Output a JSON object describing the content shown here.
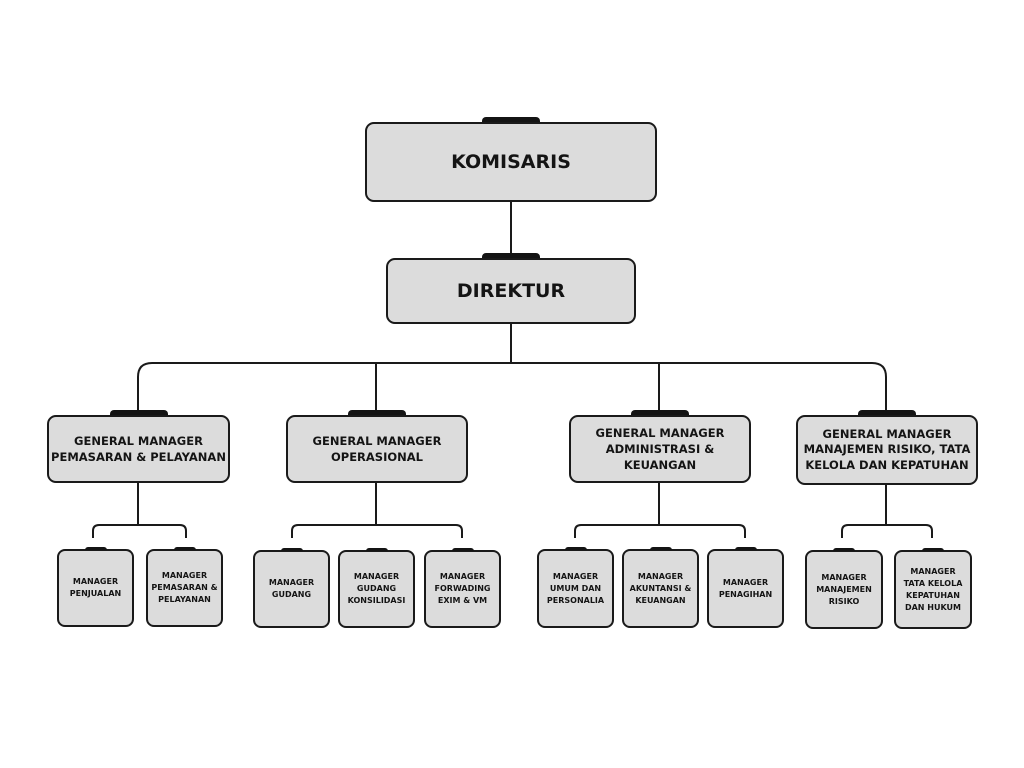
{
  "komisaris": "KOMISARIS",
  "direktur": "DIREKTUR",
  "general_managers": [
    {
      "title": "GENERAL MANAGER\nPEMASARAN & PELAYANAN",
      "managers": [
        "MANAGER\nPENJUALAN",
        "MANAGER\nPEMASARAN &\nPELAYANAN"
      ]
    },
    {
      "title": "GENERAL MANAGER\nOPERASIONAL",
      "managers": [
        "MANAGER\nGUDANG",
        "MANAGER\nGUDANG\nKONSILIDASI",
        "MANAGER\nFORWADING\nEXIM & VM"
      ]
    },
    {
      "title": "GENERAL MANAGER\nADMINISTRASI & KEUANGAN",
      "managers": [
        "MANAGER\nUMUM DAN\nPERSONALIA",
        "MANAGER\nAKUNTANSI &\nKEUANGAN",
        "MANAGER\nPENAGIHAN"
      ]
    },
    {
      "title": "GENERAL MANAGER\nMANAJEMEN RISIKO, TATA\nKELOLA DAN KEPATUHAN",
      "managers": [
        "MANAGER\nMANAJEMEN\nRISIKO",
        "MANAGER\nTATA KELOLA\nKEPATUHAN\nDAN HUKUM"
      ]
    }
  ],
  "colors": {
    "box_fill": "#dcdcdc",
    "border": "#1a1a1a",
    "line": "#1a1a1a",
    "background": "#ffffff"
  }
}
